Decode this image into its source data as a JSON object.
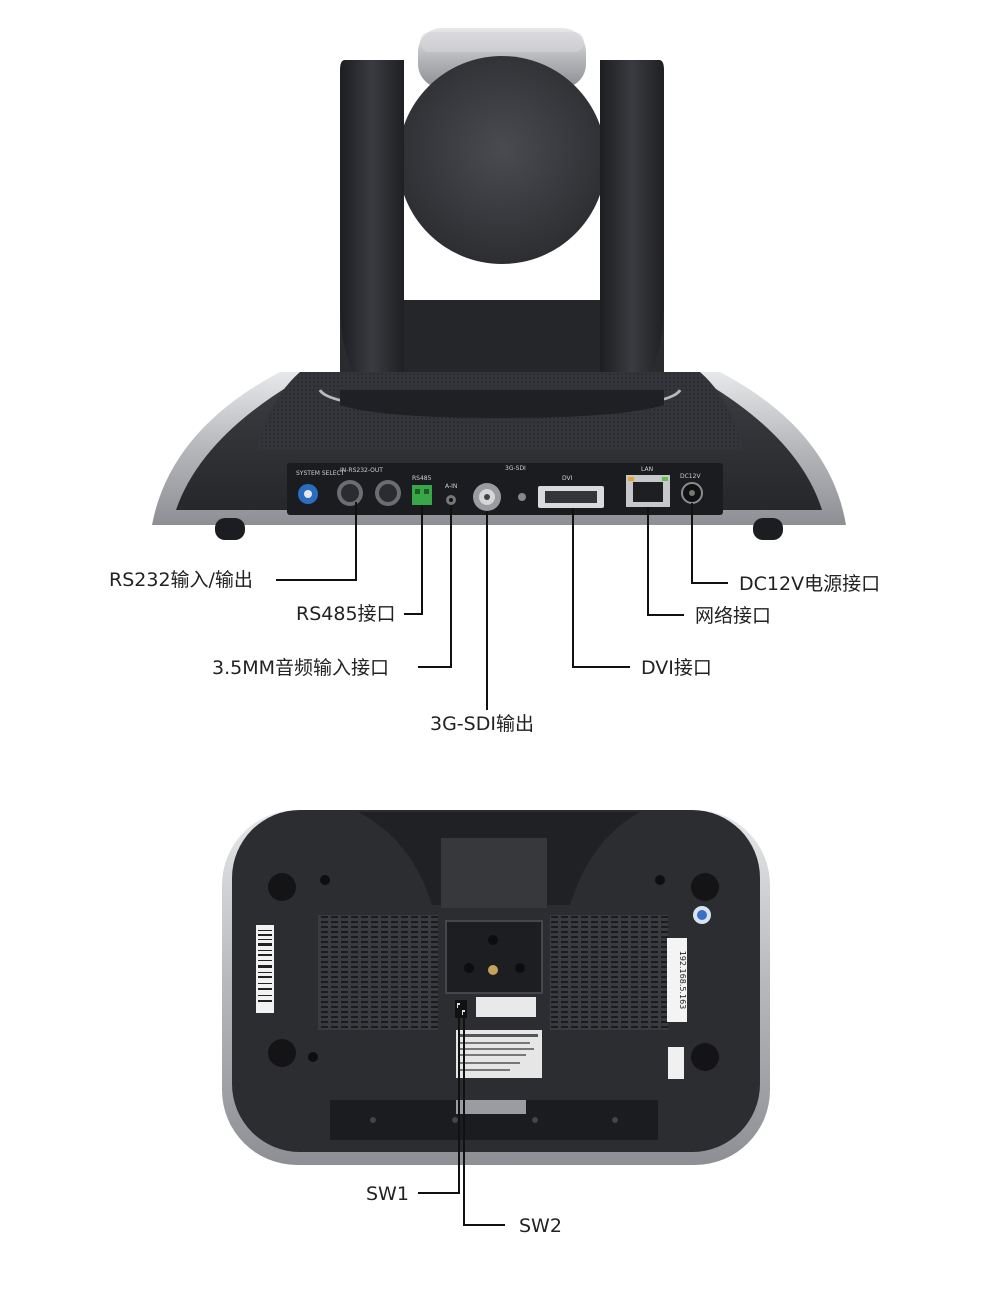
{
  "front_view": {
    "panel_labels": {
      "system_select": "SYSTEM SELECT",
      "rs232": "IN-RS232-OUT",
      "rs485": "RS485",
      "ain": "A-IN",
      "sdi": "3G-SDI",
      "dvi": "DVI",
      "lan": "LAN",
      "dc": "DC12V"
    },
    "callouts": {
      "rs232": "RS232输入/输出",
      "rs485": "RS485接口",
      "audio": "3.5MM音频输入接口",
      "sdi": "3G-SDI输出",
      "dvi": "DVI接口",
      "lan": "网络接口",
      "power": "DC12V电源接口"
    }
  },
  "bottom_view": {
    "ip_sticker": "192.168.5.163",
    "callouts": {
      "sw1": "SW1",
      "sw2": "SW2"
    }
  },
  "colors": {
    "body_dark": "#2e2f33",
    "silver": "#bfc1c6",
    "leader_line": "#111111"
  }
}
